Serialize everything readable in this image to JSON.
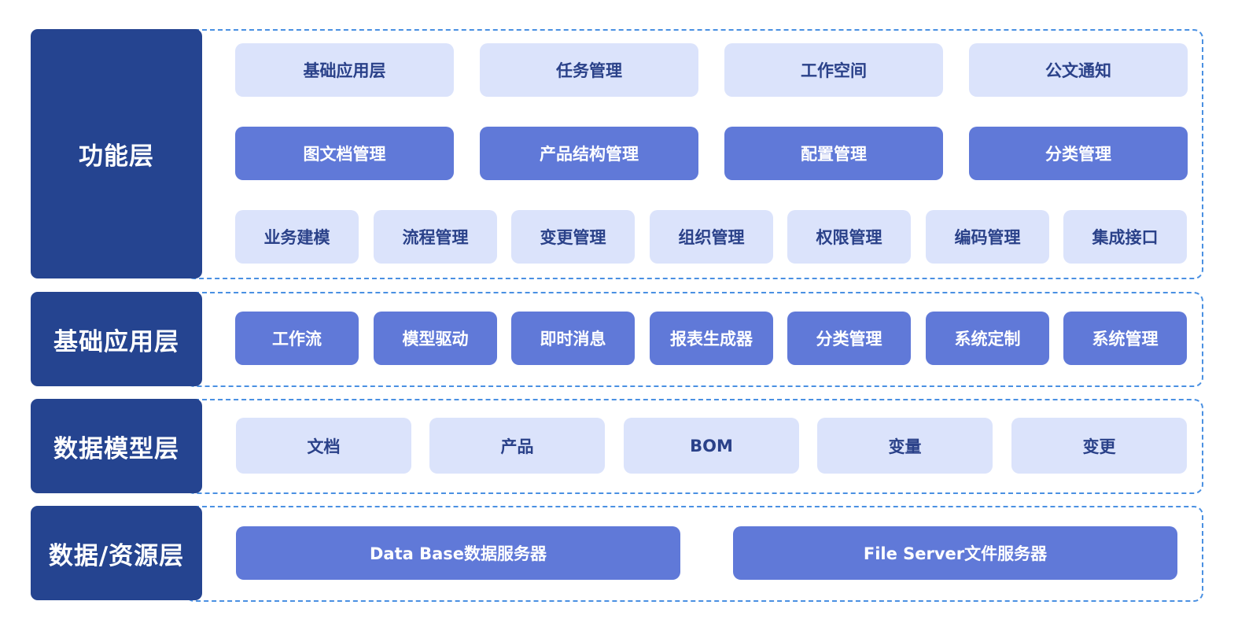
{
  "layers": {
    "function": {
      "label": "功能层",
      "row1": [
        "基础应用层",
        "任务管理",
        "工作空间",
        "公文通知"
      ],
      "row2": [
        "图文档管理",
        "产品结构管理",
        "配置管理",
        "分类管理"
      ],
      "row3": [
        "业务建模",
        "流程管理",
        "变更管理",
        "组织管理",
        "权限管理",
        "编码管理",
        "集成接口"
      ]
    },
    "base_app": {
      "label": "基础应用层",
      "items": [
        "工作流",
        "模型驱动",
        "即时消息",
        "报表生成器",
        "分类管理",
        "系统定制",
        "系统管理"
      ]
    },
    "data_model": {
      "label": "数据模型层",
      "items": [
        "文档",
        "产品",
        "BOM",
        "变量",
        "变更"
      ]
    },
    "data_resource": {
      "label": "数据/资源层",
      "items": [
        "Data Base数据服务器",
        "File Server文件服务器"
      ]
    }
  },
  "colors": {
    "label_bg": "#254490",
    "light_module_bg": "#dbe3fb",
    "dark_module_bg": "#6079d8",
    "dashed_border": "#4a90e2"
  }
}
